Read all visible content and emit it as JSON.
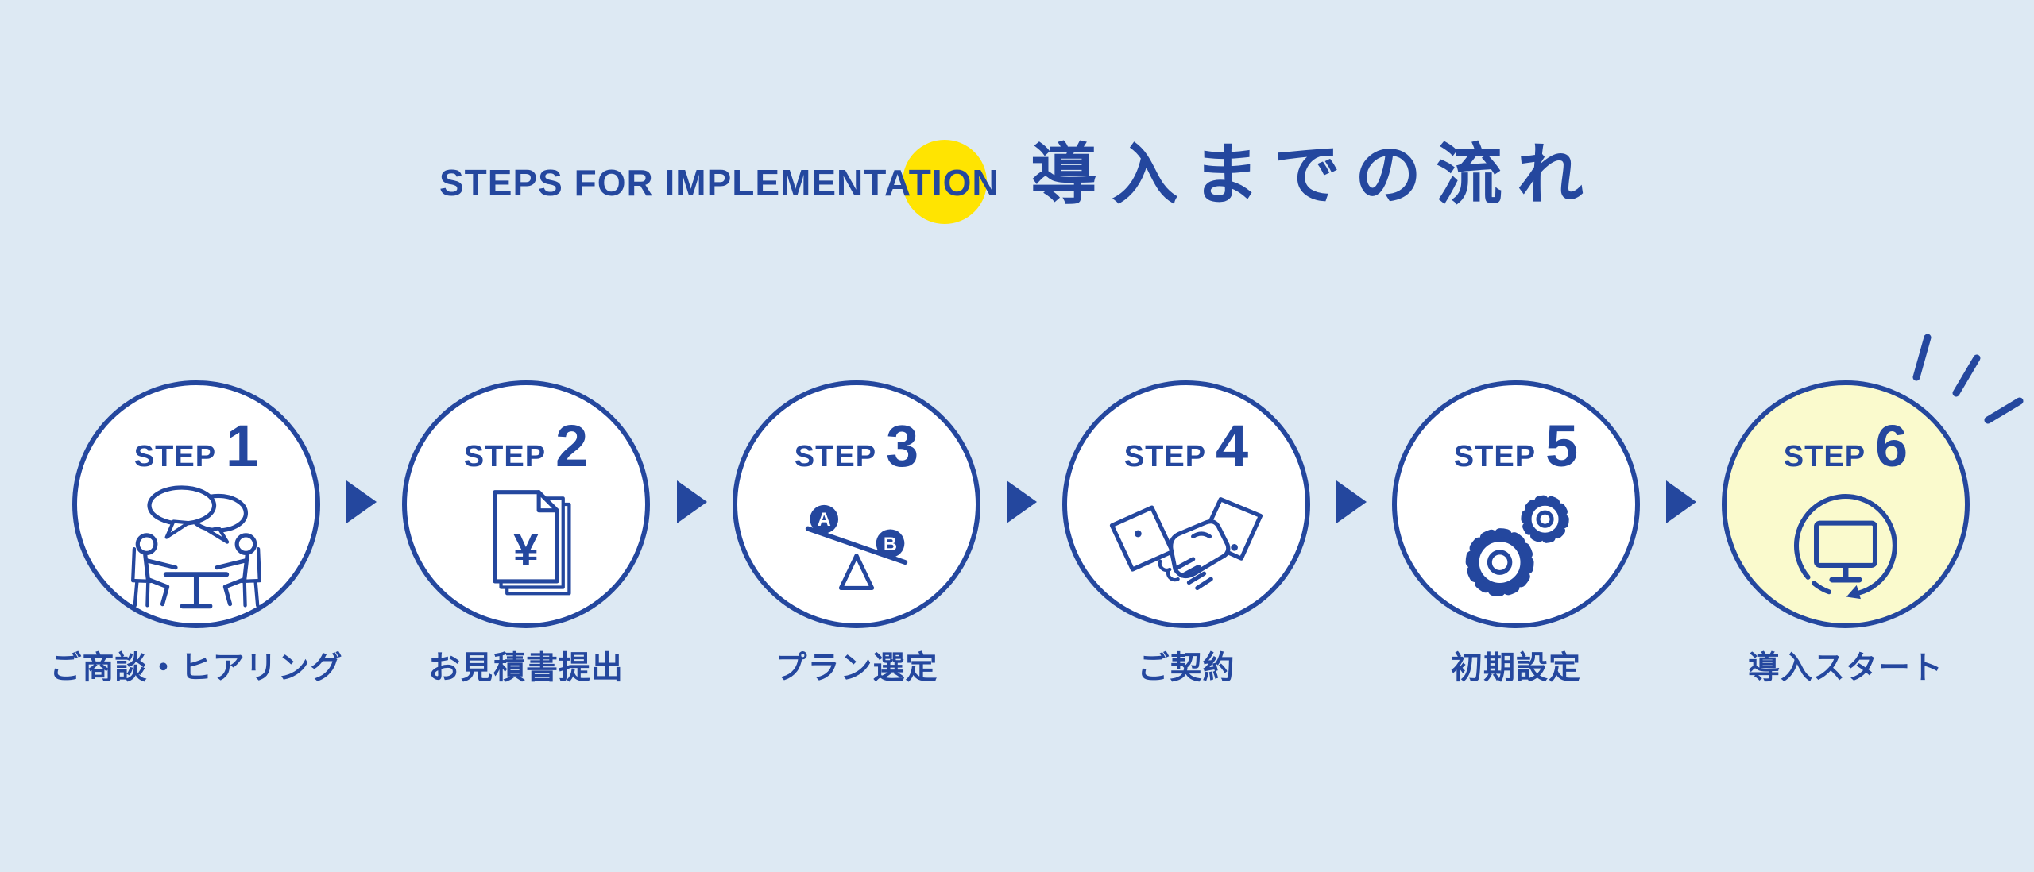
{
  "title": {
    "en": "STEPS FOR IMPLEMENTATION",
    "ja": "導入までの流れ"
  },
  "colors": {
    "background": "#dde9f3",
    "primary": "#24479e",
    "accent_yellow": "#ffe401",
    "step6_fill": "#fafacd",
    "circle_fill": "#ffffff"
  },
  "steps": [
    {
      "step_word": "STEP",
      "number": "1",
      "label": "ご商談・ヒアリング",
      "icon": "meeting-icon",
      "highlighted": false
    },
    {
      "step_word": "STEP",
      "number": "2",
      "label": "お見積書提出",
      "icon": "quote-documents-icon",
      "highlighted": false,
      "currency_symbol": "¥"
    },
    {
      "step_word": "STEP",
      "number": "3",
      "label": "プラン選定",
      "icon": "plan-comparison-icon",
      "highlighted": false,
      "option_a": "A",
      "option_b": "B"
    },
    {
      "step_word": "STEP",
      "number": "4",
      "label": "ご契約",
      "icon": "handshake-icon",
      "highlighted": false
    },
    {
      "step_word": "STEP",
      "number": "5",
      "label": "初期設定",
      "icon": "gears-icon",
      "highlighted": false
    },
    {
      "step_word": "STEP",
      "number": "6",
      "label": "導入スタート",
      "icon": "launch-monitor-icon",
      "highlighted": true
    }
  ]
}
